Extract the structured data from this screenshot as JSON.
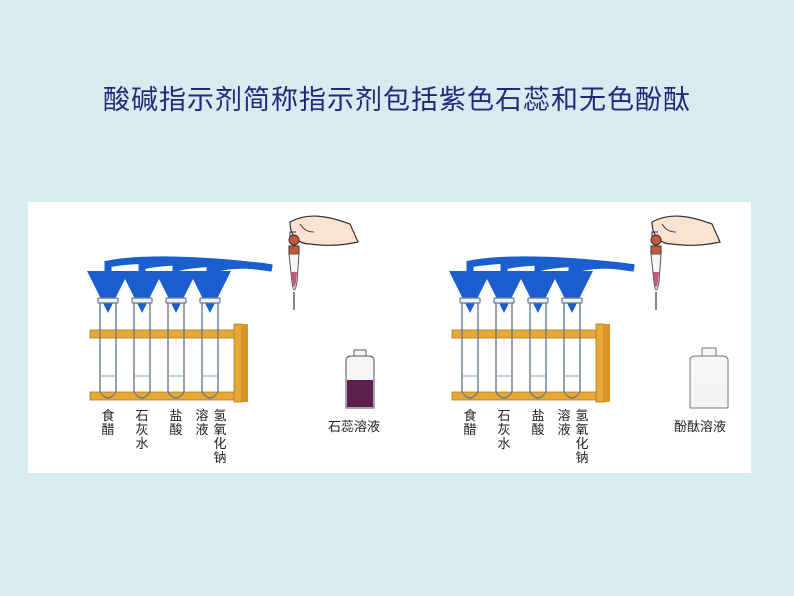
{
  "slide": {
    "title": "酸碱指示剂简称指示剂包括紫色石蕊和无色酚酞"
  },
  "experiments": [
    {
      "tubes": [
        "食醋",
        "石灰水",
        "盐酸",
        "溶液",
        "氢氧化钠"
      ],
      "bottle_label": "石蕊溶液",
      "bottle_fill_color": "#5c1f4e"
    },
    {
      "tubes": [
        "食醋",
        "石灰水",
        "盐酸",
        "溶液",
        "氢氧化钠"
      ],
      "bottle_label": "酚酞溶液",
      "bottle_fill_color": "#f2f4f5"
    }
  ],
  "colors": {
    "background": "#d6ecef",
    "title_text": "#1f2a7a",
    "arrow_blue": "#1b5fcf",
    "rack_wood": "#e7a936"
  }
}
